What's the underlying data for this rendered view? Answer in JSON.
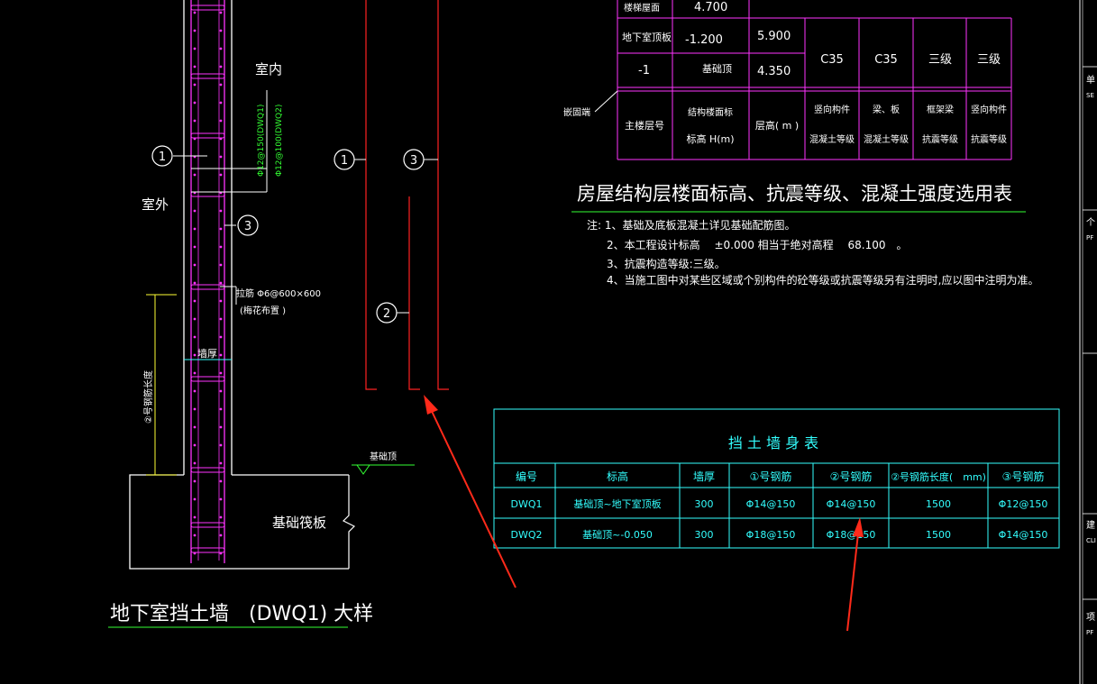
{
  "detail": {
    "label_indoor": "室内",
    "label_outdoor": "室外",
    "rebar_note_1": "Φ12@150(DWQ1)",
    "rebar_note_2": "Φ12@100(DWQ2)",
    "tie_note": "拉筋 Φ6@600×600",
    "tie_note_sub": "(梅花布置 )",
    "wall_thickness_label": "墙厚",
    "anchor_length_label": "②号钢筋长度",
    "base_top_label": "基础顶",
    "raft_label": "基础筏板",
    "title": "地下室挡土墙　(DWQ1) 大样",
    "markers": [
      "1",
      "3",
      "1",
      "3",
      "2"
    ]
  },
  "floor_table": {
    "caption": "房屋结构层楼面标高、抗震等级、混凝土强度选用表",
    "side_label": "嵌固端",
    "top_partial": {
      "label": "楼梯屋面",
      "elev": "4.700"
    },
    "rows": [
      {
        "level": "地下室顶板",
        "elev": "-1.200",
        "height": "5.900"
      },
      {
        "level": "-1",
        "elev": "基础顶",
        "height": "4.350"
      }
    ],
    "merged": [
      "C35",
      "C35",
      "三级",
      "三级"
    ],
    "headers": {
      "c1": "主楼层号",
      "c2a": "结构楼面标",
      "c2b": "标高 H(m)",
      "c3": "层高( m )",
      "c4a": "竖向构件",
      "c4b": "混凝土等级",
      "c5a": "梁、板",
      "c5b": "混凝土等级",
      "c6a": "框架梁",
      "c6b": "抗震等级",
      "c7a": "竖向构件",
      "c7b": "抗震等级"
    }
  },
  "notes": {
    "lines": [
      "注: 1、基础及底板混凝土详见基础配筋图。",
      "2、本工程设计标高　 ±0.000 相当于绝对高程　 68.100　。",
      "3、抗震构造等级:三级。",
      "4、当施工图中对某些区域或个别构件的砼等级或抗震等级另有注明时,应以图中注明为准。"
    ]
  },
  "wall_table": {
    "title": "挡 土 墙 身 表",
    "headers": [
      "编号",
      "标高",
      "墙厚",
      "①号钢筋",
      "②号钢筋",
      "②号钢筋长度(　mm)",
      "③号钢筋"
    ],
    "rows": [
      [
        "DWQ1",
        "基础顶~地下室顶板",
        "300",
        "Φ14@150",
        "Φ14@150",
        "1500",
        "Φ12@150"
      ],
      [
        "DWQ2",
        "基础顶~-0.050",
        "300",
        "Φ18@150",
        "Φ18@150",
        "1500",
        "Φ14@150"
      ]
    ]
  },
  "titleblock": {
    "labels": [
      "单",
      "SE",
      "个",
      "PF",
      "建",
      "CLI",
      "项",
      "PF"
    ]
  },
  "colors": {
    "background": "#000000",
    "wall_line": "#ffffff",
    "rebar": "#ff33ff",
    "cyan": "#33ffff",
    "green": "#33ff33",
    "red": "#ff2222",
    "magenta_table": "#ff33ff",
    "yellow": "#ffff33",
    "arrow": "#ff2a1a"
  }
}
